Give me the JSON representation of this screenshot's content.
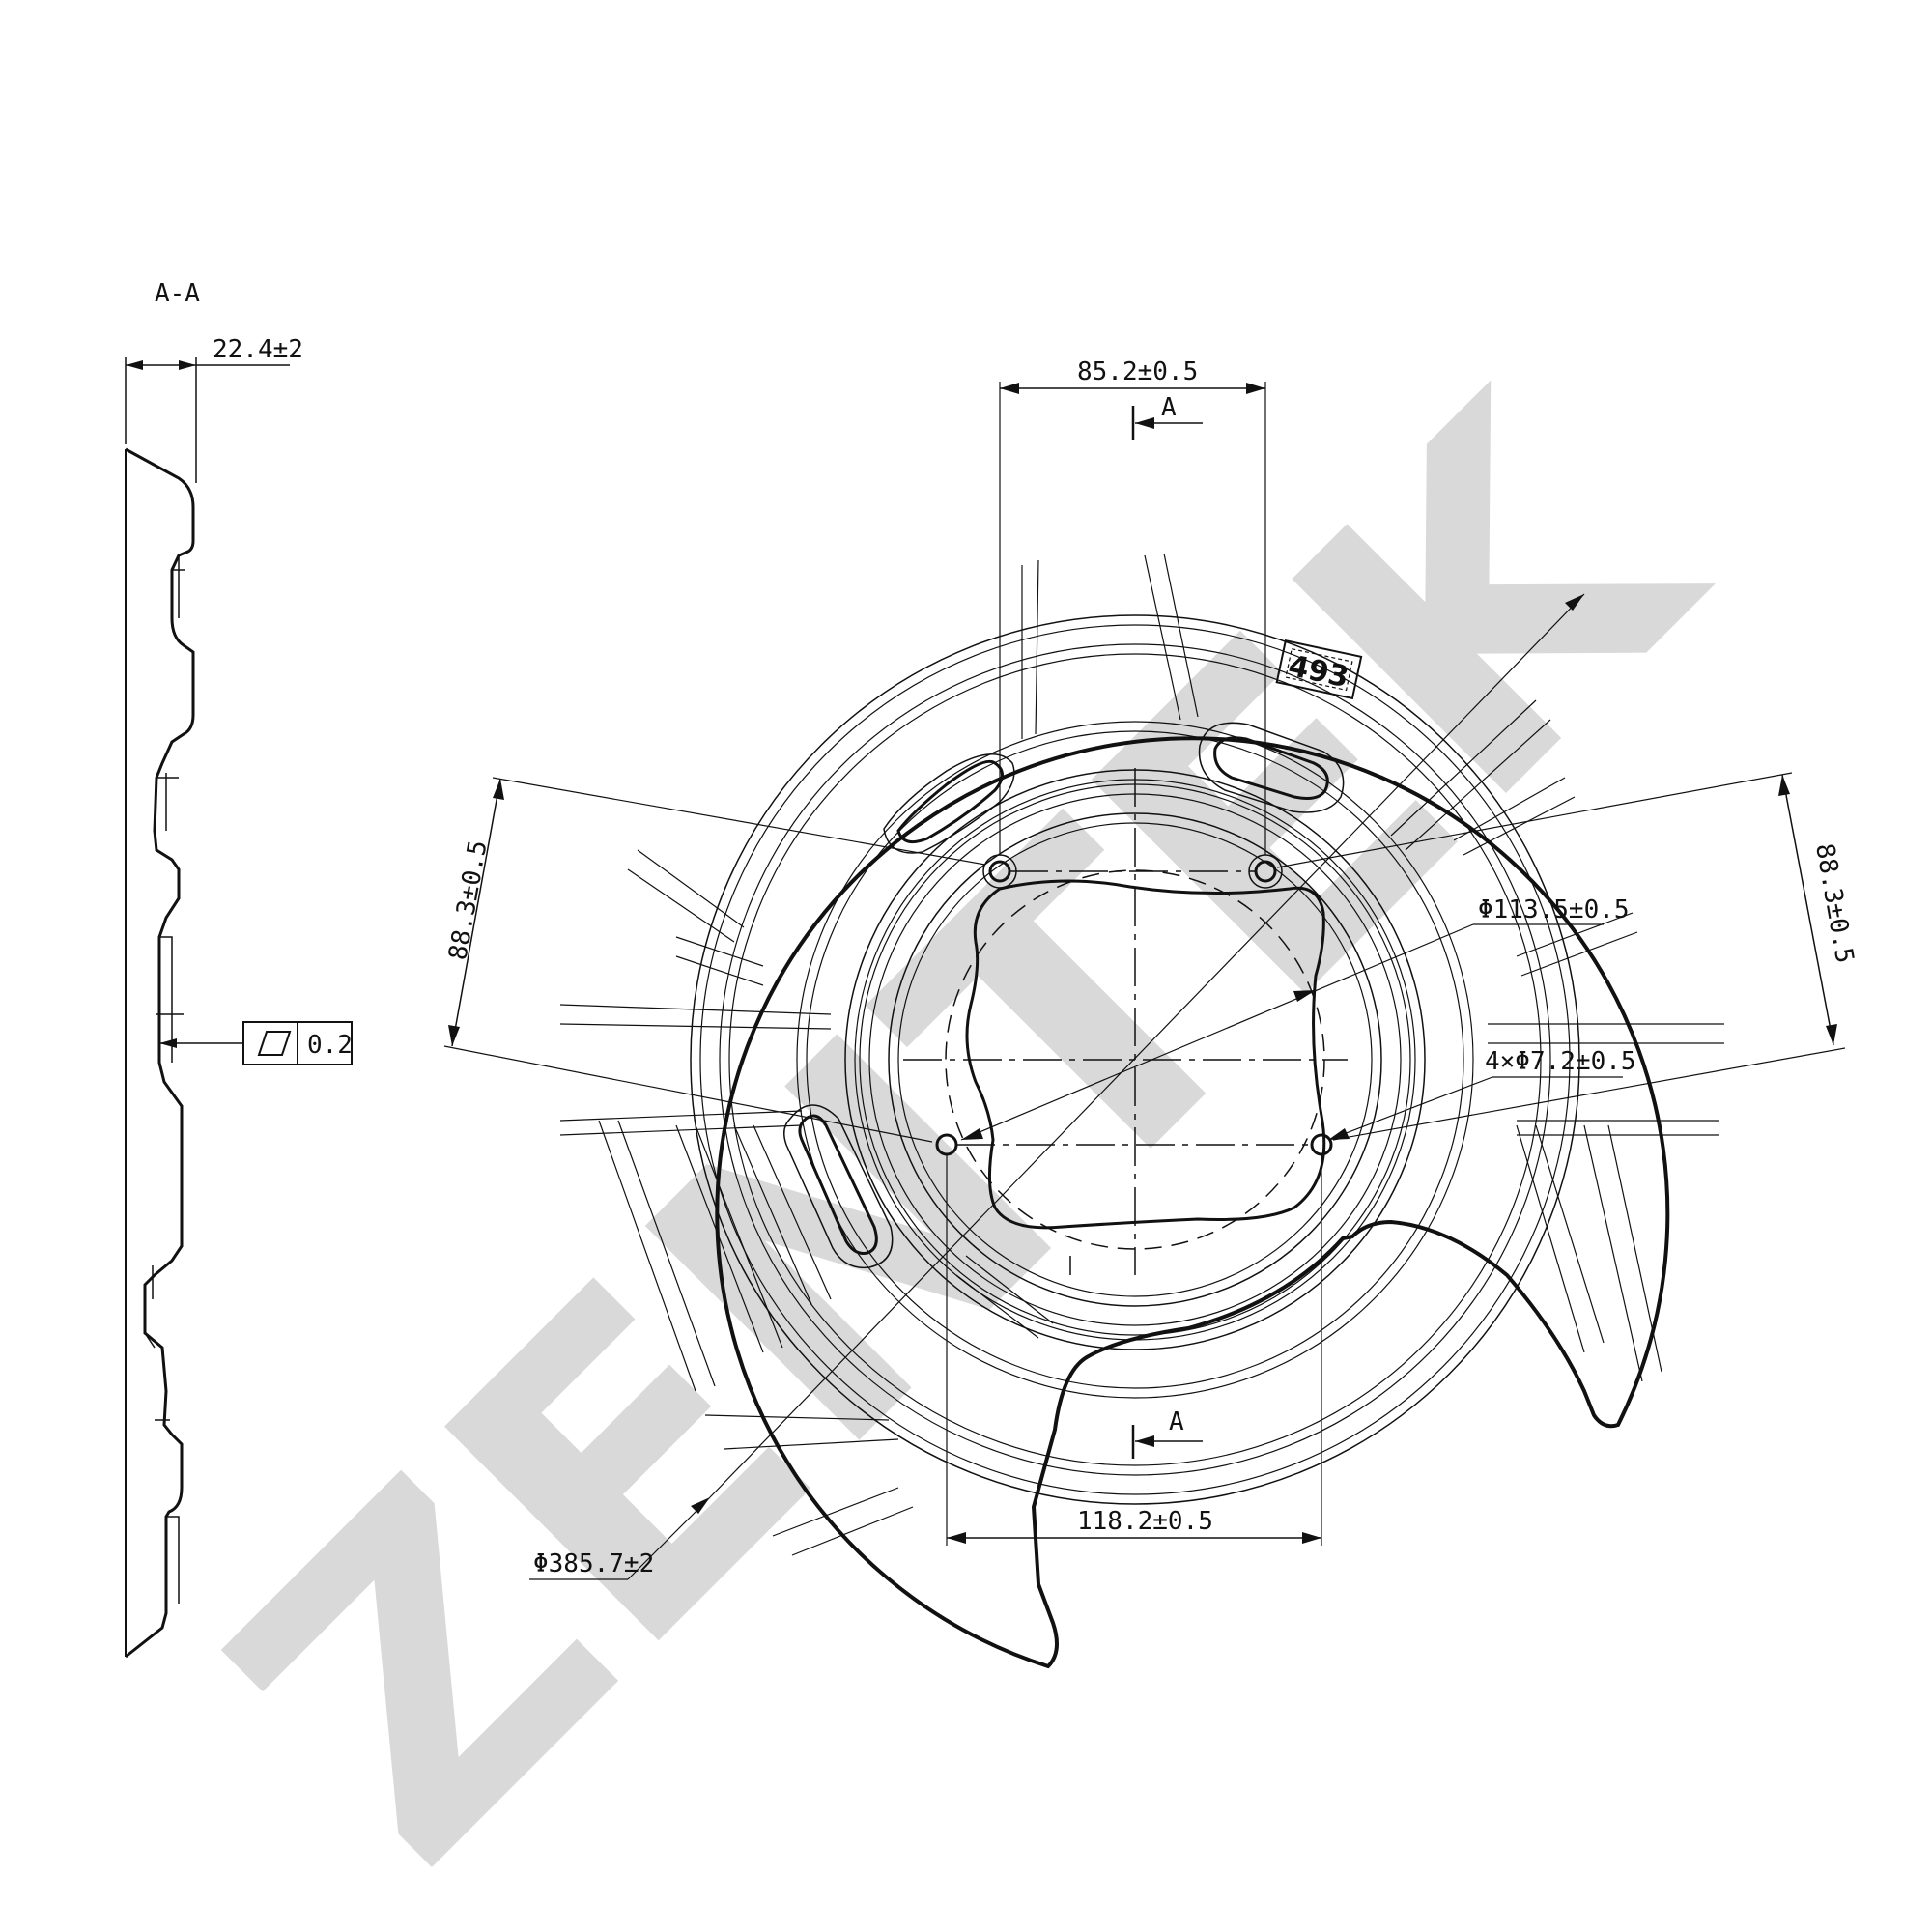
{
  "watermark": {
    "text": "ZENTEK",
    "color": "#d9d9d9"
  },
  "section": {
    "label": "A-A",
    "thickness_dim": "22.4±2",
    "flatness_value": "0.2"
  },
  "front_view": {
    "section_mark_top": "A",
    "section_mark_bottom": "A",
    "dims": {
      "top_hole_spacing": "85.2±0.5",
      "bottom_hole_spacing": "118.2±0.5",
      "left_hole_spacing": "88.3±0.5",
      "right_hole_spacing": "88.3±0.5",
      "bolt_circle": "Φ113.5±0.5",
      "holes": "4×Φ7.2±0.5",
      "outer_diameter": "Φ385.7±2"
    },
    "part_stamp": "493"
  },
  "colors": {
    "line": "#111111",
    "background": "#ffffff"
  }
}
